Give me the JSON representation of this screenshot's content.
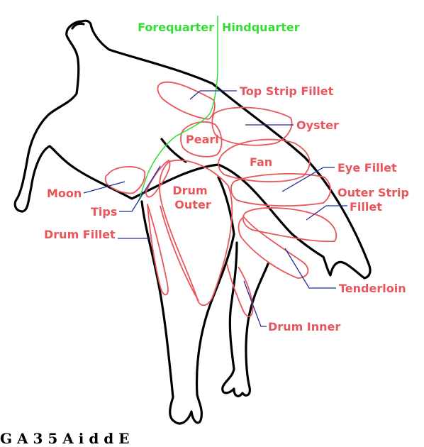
{
  "colors": {
    "outline": "#000000",
    "cut": "#e8555b",
    "divider": "#33dd33",
    "leader": "#1f2d9b"
  },
  "divider": {
    "left_label": "Forequarter",
    "right_label": "Hindquarter"
  },
  "labels": {
    "top_strip_fillet": "Top Strip Fillet",
    "oyster": "Oyster",
    "pearl": "Pearl",
    "fan": "Fan",
    "eye_fillet": "Eye Fillet",
    "outer_strip_fillet_1": "Outer Strip",
    "outer_strip_fillet_2": "Fillet",
    "moon": "Moon",
    "tips": "Tips",
    "drum_outer_1": "Drum",
    "drum_outer_2": "Outer",
    "drum_fillet": "Drum Fillet",
    "tenderloin": "Tenderloin",
    "drum_inner": "Drum Inner"
  },
  "footer_text": "G A 3 5 A i d d E"
}
